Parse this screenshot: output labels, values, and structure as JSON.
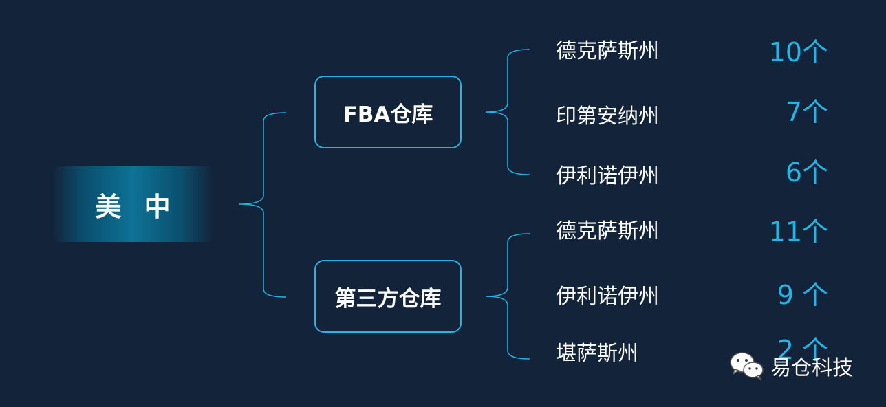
{
  "root": {
    "label": "美 中"
  },
  "branches": [
    {
      "label": "FBA仓库",
      "items": [
        {
          "state": "德克萨斯州",
          "count": "10个"
        },
        {
          "state": "印第安纳州",
          "count": "7个"
        },
        {
          "state": "伊利诺伊州",
          "count": "6个"
        }
      ]
    },
    {
      "label": "第三方仓库",
      "items": [
        {
          "state": "德克萨斯州",
          "count": "11个"
        },
        {
          "state": "伊利诺伊州",
          "count": "9 个"
        },
        {
          "state": "堪萨斯州",
          "count": "2 个"
        }
      ]
    }
  ],
  "watermark": {
    "label": "易仓科技",
    "icon": "wechat-icon"
  },
  "colors": {
    "background": "#13243a",
    "accent": "#22b6e6",
    "root_fill": "#0e7296",
    "text": "#ffffff"
  }
}
